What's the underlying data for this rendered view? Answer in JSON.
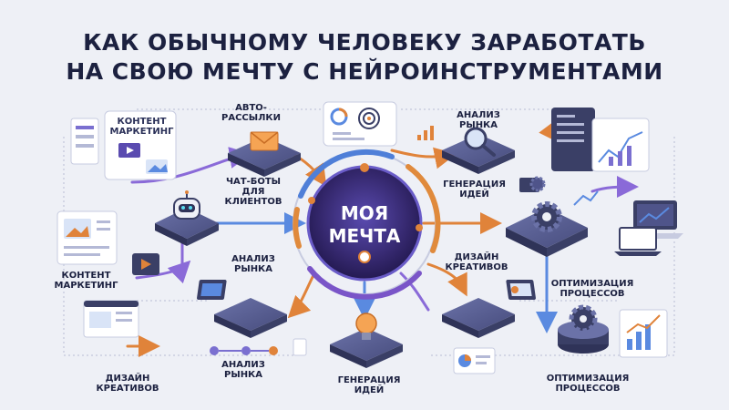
{
  "title": {
    "line1": "КАК ОБЫЧНОМУ ЧЕЛОВЕКУ ЗАРАБОТАТЬ",
    "line2": "НА СВОЮ МЕЧТУ С НЕЙРОИНСТРУМЕНТАМИ"
  },
  "center": {
    "label": "МОЯ\nМЕЧТА"
  },
  "labels": {
    "content_marketing_top": "КОНТЕНТ\nМАРКЕТИНГ",
    "auto_mailings": "АВТО-\nРАССЫЛКИ",
    "chatbots": "ЧАТ-БОТЫ\nДЛЯ\nКЛИЕНТОВ",
    "market_analysis_top": "АНАЛИЗ\nРЫНКА",
    "idea_generation_right": "ГЕНЕРАЦИЯ\nИДЕЙ",
    "content_marketing_left": "КОНТЕНТ\nМАРКЕТИНГ",
    "market_analysis_mid": "АНАЛИЗ\nРЫНКА",
    "creative_design_right": "ДИЗАЙН\nКРЕАТИВОВ",
    "process_optimization_upper": "ОПТИМИЗАЦИЯ\nПРОЦЕССОВ",
    "creative_design_bottom": "ДИЗАЙН\nКРЕАТИВОВ",
    "market_analysis_bottom": "АНАЛИЗ\nРЫНКА",
    "idea_generation_bottom": "ГЕНЕРАЦИЯ\nИДЕЙ",
    "process_optimization_lower": "ОПТИМИЗАЦИЯ\nПРОЦЕССОВ"
  },
  "colors": {
    "background": "#eef0f6",
    "platform_dark": "#3a3f66",
    "platform_top": "#555b8c",
    "center_fill": "#3b2f7a",
    "ring_blue": "#4f7fd8",
    "ring_orange": "#e08a3c",
    "ring_purple": "#7a55c8",
    "arrow_orange": "#e0833a",
    "arrow_purple": "#8a6ad8",
    "arrow_blue": "#5a8ae0",
    "title_text": "#1c2140"
  },
  "icons": [
    "envelope-icon",
    "robot-icon",
    "target-icon",
    "magnifier-icon",
    "gear-icon",
    "laptop-icon",
    "lightbulb-icon",
    "chart-icon",
    "video-icon",
    "document-icon"
  ]
}
